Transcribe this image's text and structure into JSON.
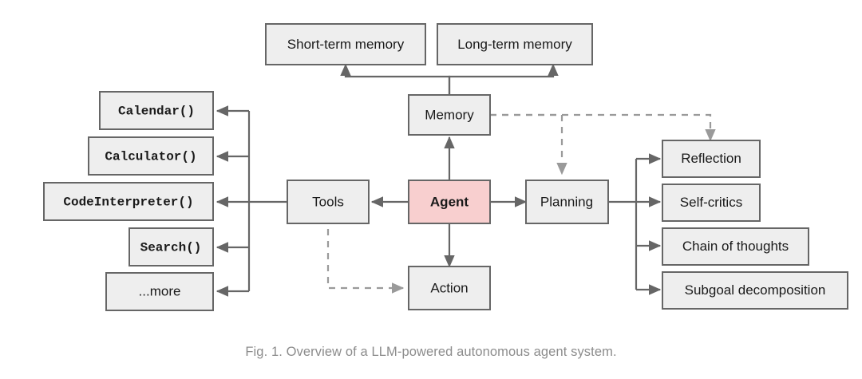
{
  "figure": {
    "caption": "Fig. 1. Overview of a LLM-powered autonomous agent system.",
    "background_color": "#ffffff",
    "box_fill": "#eeeeee",
    "box_stroke": "#666666",
    "accent_fill": "#f8cfcf",
    "solid_edge_color": "#666666",
    "dashed_edge_color": "#9a9a9a",
    "caption_color": "#8c8c8c"
  },
  "nodes": {
    "agent": {
      "label": "Agent",
      "style": "accent"
    },
    "memory": {
      "label": "Memory",
      "style": "plain"
    },
    "short_term_memory": {
      "label": "Short-term memory",
      "style": "plain"
    },
    "long_term_memory": {
      "label": "Long-term memory",
      "style": "plain"
    },
    "tools": {
      "label": "Tools",
      "style": "plain"
    },
    "planning": {
      "label": "Planning",
      "style": "plain"
    },
    "action": {
      "label": "Action",
      "style": "plain"
    }
  },
  "tools": [
    {
      "label": "Calendar()",
      "style": "mono"
    },
    {
      "label": "Calculator()",
      "style": "mono"
    },
    {
      "label": "CodeInterpreter()",
      "style": "mono"
    },
    {
      "label": "Search()",
      "style": "mono"
    },
    {
      "label": "...more",
      "style": "plain"
    }
  ],
  "planning_children": [
    {
      "label": "Reflection"
    },
    {
      "label": "Self-critics"
    },
    {
      "label": "Chain of thoughts"
    },
    {
      "label": "Subgoal decomposition"
    }
  ],
  "edges": [
    {
      "from": "Agent",
      "to": "Memory",
      "style": "solid"
    },
    {
      "from": "Agent",
      "to": "Tools",
      "style": "solid"
    },
    {
      "from": "Agent",
      "to": "Planning",
      "style": "solid"
    },
    {
      "from": "Agent",
      "to": "Action",
      "style": "solid"
    },
    {
      "from": "Memory",
      "to": "Short-term memory",
      "style": "solid"
    },
    {
      "from": "Memory",
      "to": "Long-term memory",
      "style": "solid"
    },
    {
      "from": "Tools",
      "to": "Calendar()",
      "style": "solid"
    },
    {
      "from": "Tools",
      "to": "Calculator()",
      "style": "solid"
    },
    {
      "from": "Tools",
      "to": "CodeInterpreter()",
      "style": "solid"
    },
    {
      "from": "Tools",
      "to": "Search()",
      "style": "solid"
    },
    {
      "from": "Tools",
      "to": "...more",
      "style": "solid"
    },
    {
      "from": "Planning",
      "to": "Reflection",
      "style": "solid"
    },
    {
      "from": "Planning",
      "to": "Self-critics",
      "style": "solid"
    },
    {
      "from": "Planning",
      "to": "Chain of thoughts",
      "style": "solid"
    },
    {
      "from": "Planning",
      "to": "Subgoal decomposition",
      "style": "solid"
    },
    {
      "from": "Memory",
      "to": "Planning",
      "style": "dashed"
    },
    {
      "from": "Memory",
      "to": "Reflection",
      "style": "dashed"
    },
    {
      "from": "Tools",
      "to": "Action",
      "style": "dashed"
    }
  ]
}
